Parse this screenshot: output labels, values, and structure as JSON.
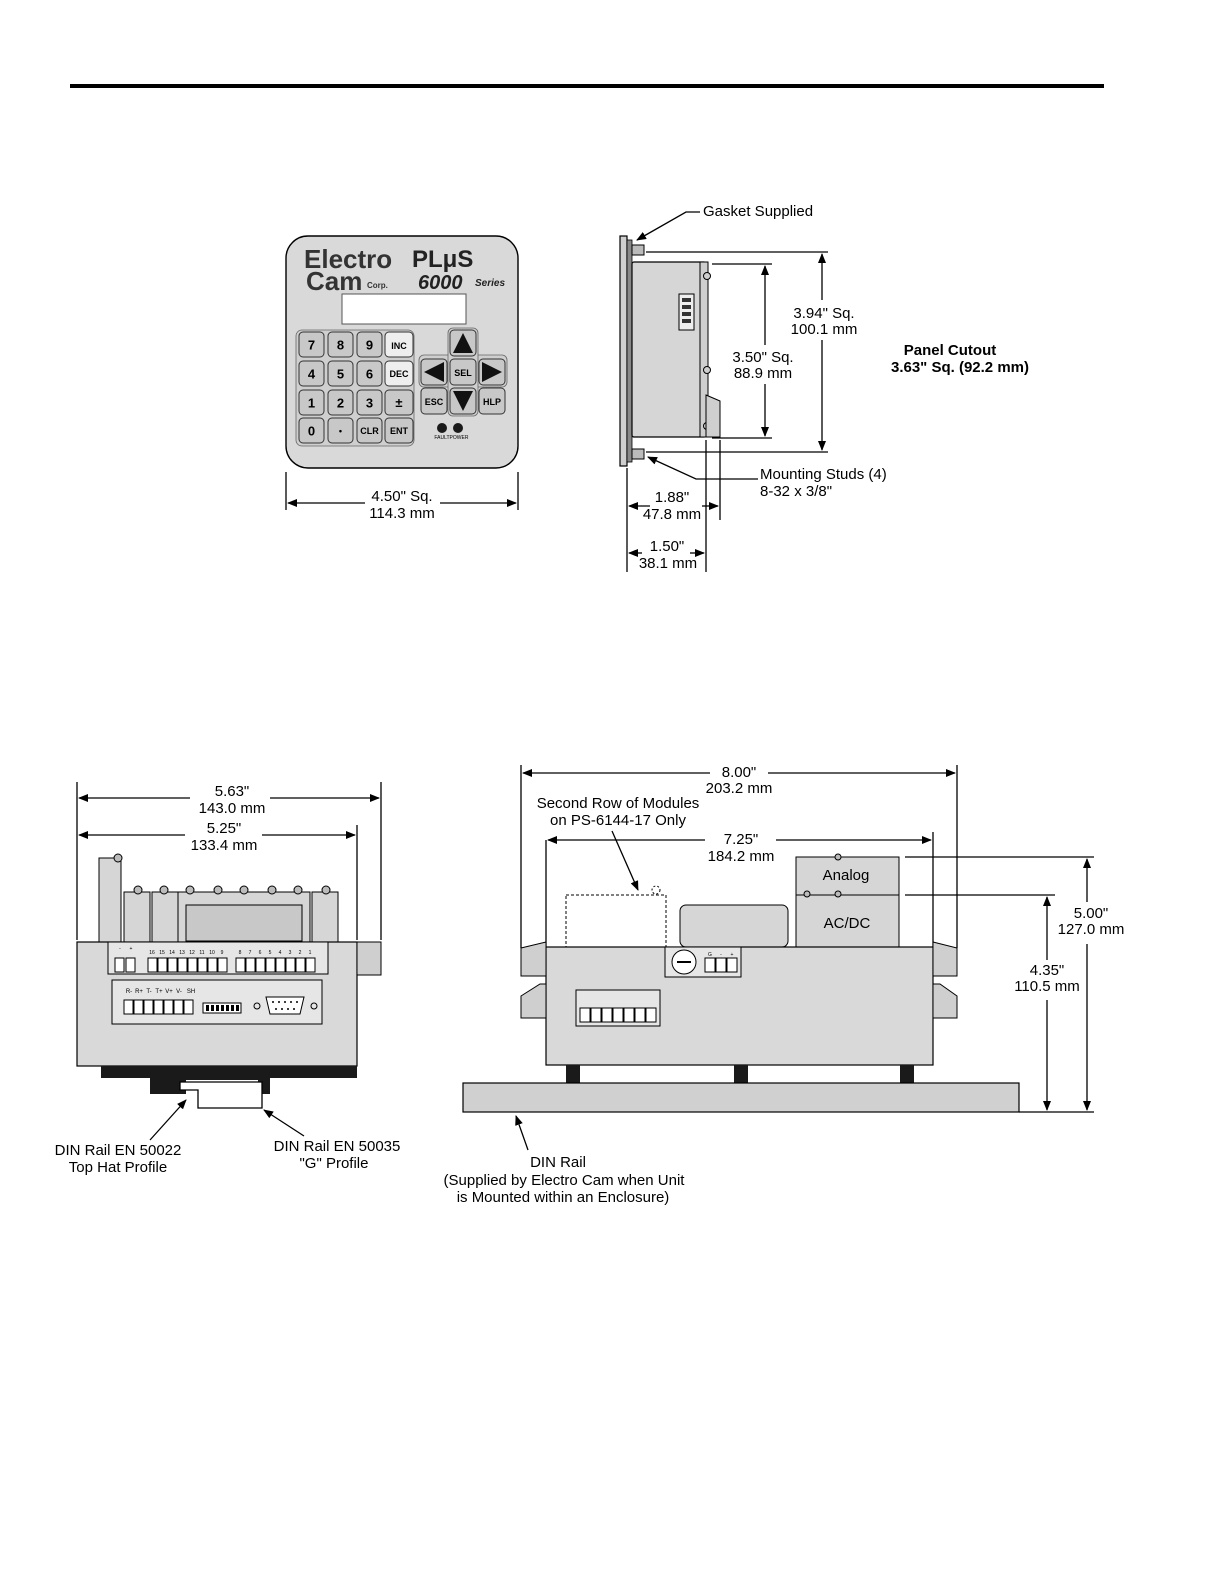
{
  "panel_front": {
    "brand_line1": "Electro",
    "brand_line2": "Cam",
    "brand_corp": "Corp.",
    "product": "PLμS",
    "series_num": "6000",
    "series_word": "Series",
    "keys": {
      "k7": "7",
      "k8": "8",
      "k9": "9",
      "inc": "INC",
      "k4": "4",
      "k5": "5",
      "k6": "6",
      "dec": "DEC",
      "k1": "1",
      "k2": "2",
      "k3": "3",
      "pm": "±",
      "k0": "0",
      "dot": "•",
      "clr": "CLR",
      "ent": "ENT",
      "sel": "SEL",
      "esc": "ESC",
      "hlp": "HLP"
    },
    "led_fault": "FAULT",
    "led_power": "POWER",
    "width_in": "4.50\" Sq.",
    "width_mm": "114.3 mm"
  },
  "panel_side": {
    "gasket": "Gasket Supplied",
    "outer_in": "3.94\" Sq.",
    "outer_mm": "100.1 mm",
    "inner_in": "3.50\" Sq.",
    "inner_mm": "88.9 mm",
    "cutout_title": "Panel Cutout",
    "cutout_size": "3.63\" Sq. (92.2 mm)",
    "studs_line1": "Mounting Studs (4)",
    "studs_line2": "8-32 x 3/8\"",
    "depth1_in": "1.88\"",
    "depth1_mm": "47.8 mm",
    "depth2_in": "1.50\"",
    "depth2_mm": "38.1 mm"
  },
  "din_end": {
    "outer_in": "5.63\"",
    "outer_mm": "143.0 mm",
    "inner_in": "5.25\"",
    "inner_mm": "133.4 mm",
    "power_terms": [
      "-",
      "+"
    ],
    "outputs_a": [
      "16",
      "15",
      "14",
      "13",
      "12",
      "11",
      "10",
      "9"
    ],
    "outputs_b": [
      "8",
      "7",
      "6",
      "5",
      "4",
      "3",
      "2",
      "1"
    ],
    "comm_terms": [
      "R-",
      "R+",
      "T-",
      "T+",
      "V+",
      "V-",
      "SH"
    ],
    "rail1_line1": "DIN Rail EN 50022",
    "rail1_line2": "Top Hat Profile",
    "rail2_line1": "DIN Rail EN 50035",
    "rail2_line2": "\"G\" Profile"
  },
  "din_side": {
    "overall_in": "8.00\"",
    "overall_mm": "203.2 mm",
    "second_row_line1": "Second Row of Modules",
    "second_row_line2": "on PS-6144-17 Only",
    "inner_in": "7.25\"",
    "inner_mm": "184.2 mm",
    "module_analog": "Analog",
    "module_acdc": "AC/DC",
    "power_terms": [
      "G",
      "-",
      "+"
    ],
    "height_in": "5.00\"",
    "height_mm": "127.0 mm",
    "height2_in": "4.35\"",
    "height2_mm": "110.5 mm",
    "rail_line1": "DIN Rail",
    "rail_line2": "(Supplied by Electro Cam when Unit",
    "rail_line3": "is Mounted within an Enclosure)"
  },
  "colors": {
    "body_gray": "#d9d9d9",
    "key_gray": "#c8c8c8",
    "dark": "#1a1a1a"
  }
}
